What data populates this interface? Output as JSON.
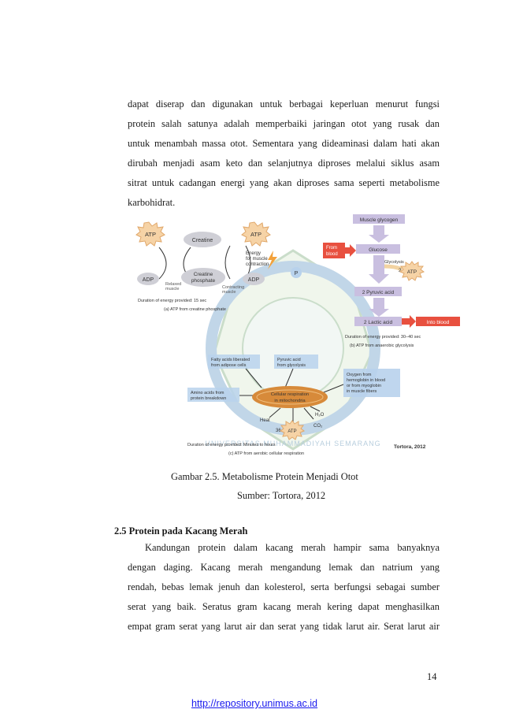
{
  "paragraph1": {
    "lines": [
      "dapat diserap dan digunakan untuk berbagai keperluan menurut fungsi",
      "protein salah satunya adalah memperbaiki jaringan otot yang rusak dan",
      "untuk menambah massa otot. Sementara yang dideaminasi dalam hati akan",
      "dirubah menjadi asam keto dan selanjutnya diproses melalui siklus asam",
      "sitrat untuk cadangan energi yang akan diproses sama seperti metabolisme",
      "karbohidrat."
    ]
  },
  "figure": {
    "panel_a": {
      "atp1": "ATP",
      "creatine": "Creatine",
      "atp2": "ATP",
      "energy": "Energy",
      "for_muscle": "for muscle",
      "contraction": "contraction",
      "adp1": "ADP",
      "creatine_phos1": "Creatine",
      "creatine_phos2": "phosphate",
      "adp2": "ADP",
      "p": "P",
      "relaxed1": "Relaxed",
      "relaxed2": "muscle",
      "contracting1": "Contracting",
      "contracting2": "muscle",
      "duration": "Duration of energy provided: 15 sec",
      "label": "(a) ATP from creatine phosphate"
    },
    "panel_b": {
      "muscle_glycogen": "Muscle glycogen",
      "from_blood1": "From",
      "from_blood2": "blood",
      "glucose": "Glucose",
      "glycolysis": "Glycolysis",
      "atp_count": "2",
      "atp": "ATP",
      "pyruvic": "2 Pyruvic acid",
      "lactic": "2 Lactic acid",
      "into_blood": "Into blood",
      "duration": "Duration of energy provided: 30–40 sec",
      "label": "(b) ATP from anaerobic glycolysis"
    },
    "panel_c": {
      "fatty1": "Fatty acids liberated",
      "fatty2": "from adipose cells",
      "pyruvic1": "Pyruvic acid",
      "pyruvic2": "from glycolysis",
      "oxygen1": "Oxygen from",
      "oxygen2": "hemoglobin in blood",
      "oxygen3": "or from myoglobin",
      "oxygen4": "in muscle fibers",
      "amino1": "Amino acids from",
      "amino2": "protein breakdown",
      "cellular1": "Cellular respiration",
      "cellular2": "in mitochondria",
      "heat": "Heat",
      "h2o": "H₂O",
      "co2": "CO₂",
      "atp_count": "36",
      "atp": "ATP",
      "duration": "Duration of energy provided: Minutes to hours",
      "label": "(c) ATP from aerobic cellular respiration"
    },
    "credit": "Tortora, 2012",
    "watermark": "UNIVERSITAS MUHAMMADIYAH SEMARANG"
  },
  "caption": {
    "title": "Gambar 2.5. Metabolisme Protein Menjadi Otot",
    "source": "Sumber: Tortora, 2012"
  },
  "section": {
    "heading": "2.5 Protein pada Kacang Merah"
  },
  "paragraph2": {
    "lines": [
      "Kandungan protein dalam kacang merah hampir sama banyaknya",
      "dengan daging. Kacang merah mengandung lemak dan natrium yang",
      "rendah, bebas lemak jenuh dan kolesterol, serta berfungsi sebagai sumber",
      "serat yang baik. Seratus gram kacang merah kering dapat menghasilkan",
      "empat gram serat yang larut air dan serat yang tidak larut air. Serat larut air"
    ]
  },
  "page": {
    "number": "14",
    "footer_url": "http://repository.unimus.ac.id"
  },
  "colors": {
    "atp_starburst": "#f6d3a6",
    "gray_ellipse": "#cfcfd6",
    "lavender_box": "#c9bfe0",
    "red_box": "#e8503f",
    "blue_box": "#b8d2ec",
    "mito": "#d78a3a",
    "link": "#1a1aee"
  }
}
